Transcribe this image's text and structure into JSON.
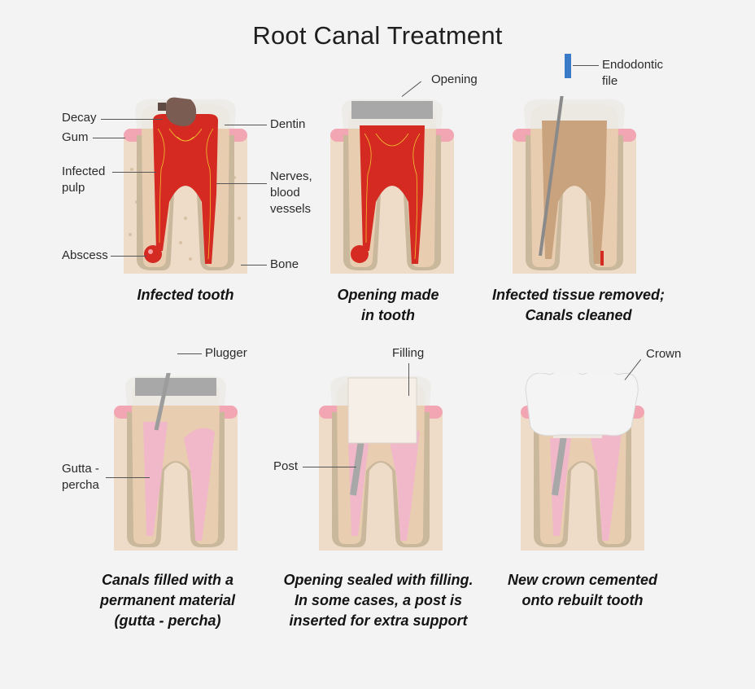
{
  "title": "Root Canal Treatment",
  "panels": [
    {
      "caption": "Infected tooth",
      "labels": {
        "decay": "Decay",
        "gum": "Gum",
        "infected_pulp": "Infected\npulp",
        "abscess": "Abscess",
        "dentin": "Dentin",
        "nerves": "Nerves,\nblood\nvessels",
        "bone": "Bone"
      }
    },
    {
      "caption": "Opening made\nin tooth",
      "labels": {
        "opening": "Opening"
      }
    },
    {
      "caption": "Infected tissue removed;\nCanals cleaned",
      "labels": {
        "file": "Endodontic\nfile"
      }
    },
    {
      "caption": "Canals filled with a\npermanent material\n(gutta - percha)",
      "labels": {
        "plugger": "Plugger",
        "gutta": "Gutta -\npercha"
      }
    },
    {
      "caption": "Opening sealed with filling.\nIn some cases, a post is\ninserted for extra support",
      "labels": {
        "filling": "Filling",
        "post": "Post"
      }
    },
    {
      "caption": "New crown cemented\nonto rebuilt tooth",
      "labels": {
        "crown": "Crown"
      }
    }
  ],
  "colors": {
    "background": "#f4f3f4",
    "bone": "#efdcc8",
    "gum": "#f2a6b4",
    "dentin": "#e8cdb0",
    "enamel": "#ece9e6",
    "infection": "#d42a22",
    "gutta_percha": "#f0b8c8",
    "metal": "#a8a8a8"
  }
}
